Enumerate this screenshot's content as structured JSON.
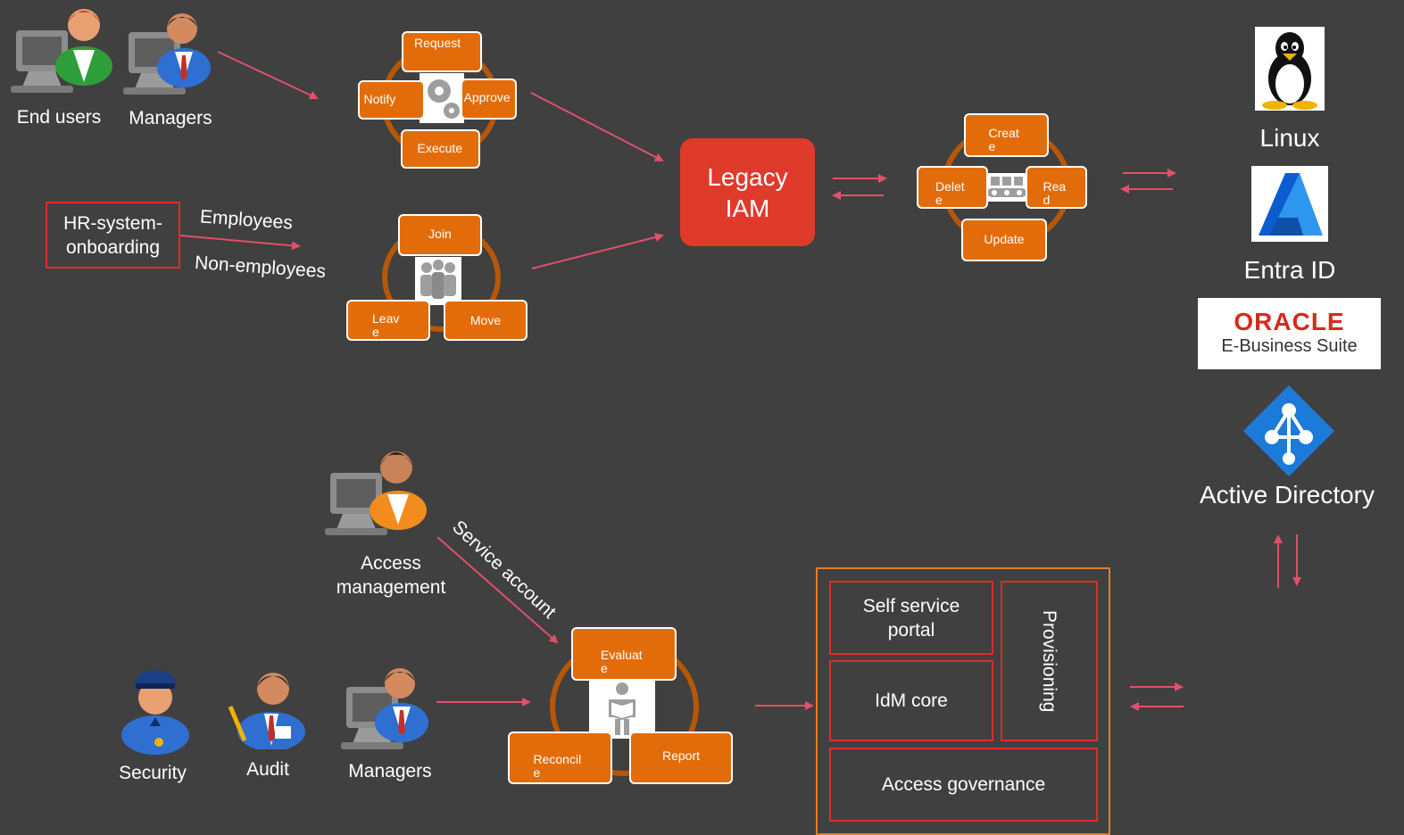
{
  "actors_top": {
    "end_users": "End users",
    "managers": "Managers"
  },
  "hr_source": {
    "label": "HR-system-\nonboarding",
    "employees": "Employees",
    "non_employees": "Non-employees"
  },
  "request_cycle": {
    "request": "Request",
    "notify": "Notify",
    "approve": "Approve",
    "execute": "Execute"
  },
  "lifecycle_cycle": {
    "join": "Join",
    "leave": "Leave",
    "move": "Move"
  },
  "legacy_iam": {
    "label": "Legacy\nIAM"
  },
  "crud_cycle": {
    "create": "Create",
    "delete": "Delete",
    "read": "Read",
    "update": "Update"
  },
  "targets": {
    "linux": "Linux",
    "entra": "Entra ID",
    "oracle_brand": "ORACLE",
    "oracle_product": "E-Business Suite",
    "ad": "Active Directory"
  },
  "access_mgmt": {
    "label": "Access\nmanagement",
    "service_account": "Service account"
  },
  "actors_bottom": {
    "security": "Security",
    "audit": "Audit",
    "managers": "Managers"
  },
  "review_cycle": {
    "evaluate": "Evaluate",
    "reconcile": "Reconcile",
    "report": "Report"
  },
  "idm": {
    "self_service": "Self service\nportal",
    "provisioning": "Provisioning",
    "core": "IdM core",
    "governance": "Access governance"
  },
  "colors": {
    "background": "#404040",
    "orange": "#e36c0a",
    "legacy_red": "#e03a2b",
    "arrow_pink": "#e0506c",
    "idm_border": "#e87c1e",
    "red_border": "#e02b2b"
  }
}
